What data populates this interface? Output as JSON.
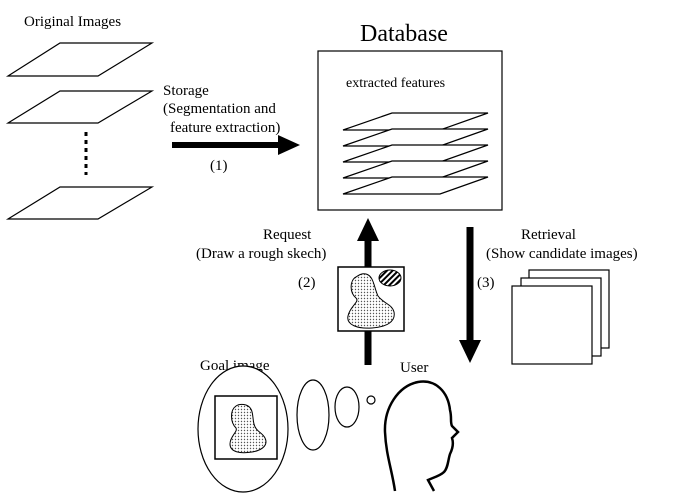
{
  "labels": {
    "original_images": "Original Images",
    "database": "Database",
    "extracted_features": "extracted features",
    "storage": "Storage",
    "storage_detail_1": "(Segmentation and",
    "storage_detail_2": "feature extraction)",
    "step1": "(1)",
    "request": "Request",
    "request_detail": "(Draw a rough skech)",
    "step2": "(2)",
    "retrieval": "Retrieval",
    "retrieval_detail": "(Show candidate images)",
    "step3": "(3)",
    "goal_image": "Goal image",
    "user": "User"
  }
}
